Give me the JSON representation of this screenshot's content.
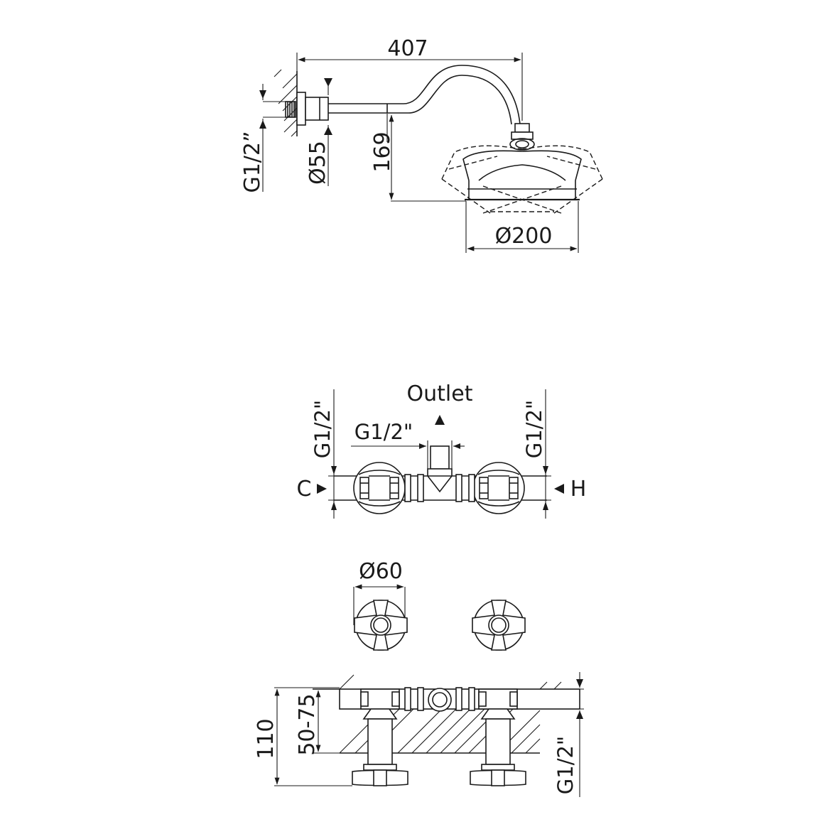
{
  "shower_arm": {
    "projection_label": "407",
    "height_label": "169",
    "head_diameter_label": "Ø200",
    "flange_diameter_label": "Ø55",
    "thread_label": "G1/2”"
  },
  "mixer_top_view": {
    "outlet_label": "Outlet",
    "outlet_thread_label": "G1/2\"",
    "left_thread_label": "G1/2\"",
    "right_thread_label": "G1/2\"",
    "cold_label": "C",
    "hot_label": "H"
  },
  "handles_front_view": {
    "handle_diameter_label": "Ø60"
  },
  "mixer_side_view": {
    "total_depth_label": "110",
    "wall_depth_label": "50-75",
    "thread_label": "G1/2\""
  }
}
